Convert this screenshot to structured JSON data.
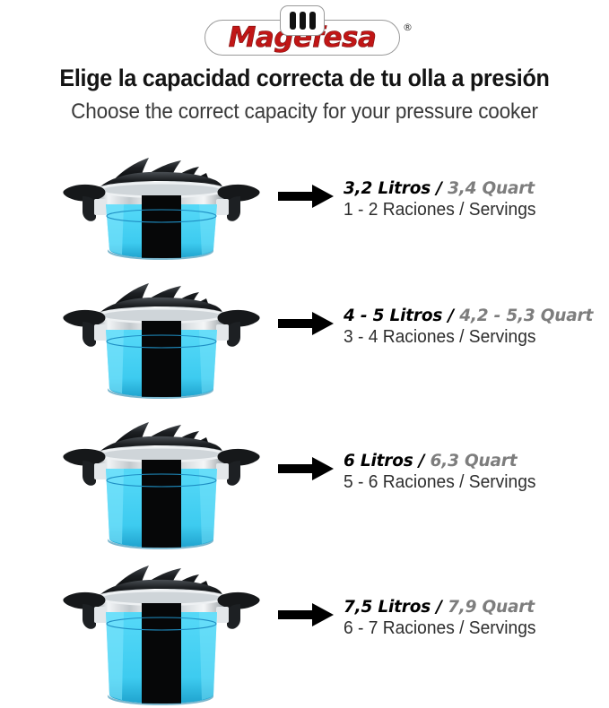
{
  "brand": {
    "name": "Magefesa",
    "registered_mark": "®",
    "logo_bars": 3,
    "logo_color": "#c11616"
  },
  "headings": {
    "title_es": "Elige la capacidad correcta de tu olla a presión",
    "title_en": "Choose the correct capacity for your pressure cooker"
  },
  "colors": {
    "water_cyan": "#3ccff2",
    "water_cyan_deep": "#1ba9d6",
    "quart_gray": "#7d7d7d",
    "arrow_black": "#000000",
    "steel": "#d8dcdf",
    "lid_black": "#121212"
  },
  "rows": [
    {
      "capacity_litros": "3,2 Litros",
      "separator": "/",
      "capacity_quart": "3,4 Quart",
      "servings": "1 - 2 Raciones / Servings",
      "arrow_icon": "arrow-right-icon"
    },
    {
      "capacity_litros": "4 - 5 Litros",
      "separator": "/",
      "capacity_quart": "4,2 - 5,3 Quart",
      "servings": "3 - 4 Raciones / Servings",
      "arrow_icon": "arrow-right-icon"
    },
    {
      "capacity_litros": "6 Litros",
      "separator": "/",
      "capacity_quart": "6,3 Quart",
      "servings": "5 - 6 Raciones / Servings",
      "arrow_icon": "arrow-right-icon"
    },
    {
      "capacity_litros": "7,5 Litros",
      "separator": "/",
      "capacity_quart": "7,9 Quart",
      "servings": "6 - 7 Raciones / Servings",
      "arrow_icon": "arrow-right-icon"
    }
  ]
}
